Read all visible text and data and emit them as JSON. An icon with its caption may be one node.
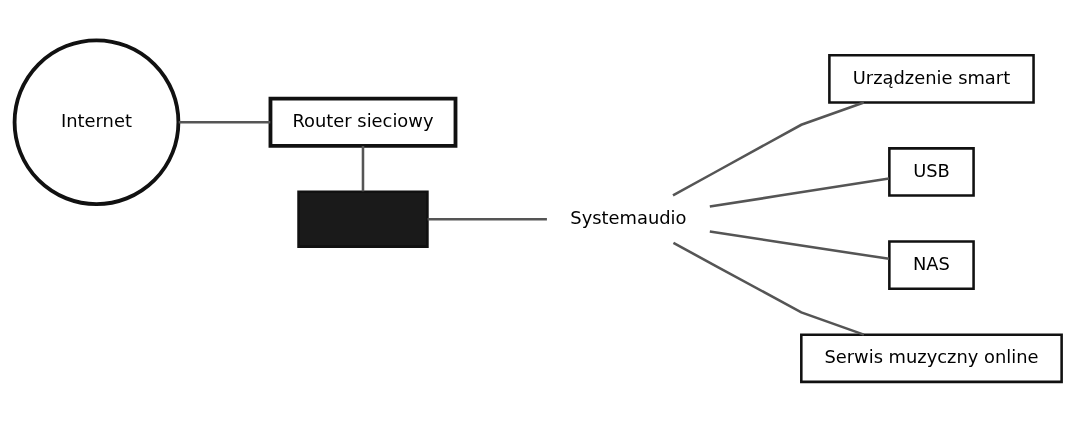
{
  "diagram": {
    "nodes": [
      {
        "text": [
          "Internet"
        ]
      },
      {
        "text": [
          "Router sieciowy"
        ]
      },
      {
        "text": [],
        "shape": "box"
      },
      {
        "text": [
          "Systemaudio"
        ]
      },
      {
        "text": [
          "Urządzenie smart"
        ]
      },
      {
        "text": [
          "USB"
        ]
      },
      {
        "text": [
          "NAS"
        ]
      },
      {
        "text": [
          "Serwis muzyczny online"
        ]
      }
    ],
    "edges": [
      {
        "from": 0,
        "to": 1,
        "arrow": "none"
      },
      {
        "from": 1,
        "to": 2,
        "arrow": "none"
      },
      {
        "from": 2,
        "to": 3,
        "arrow": "none"
      },
      {
        "from": 3,
        "to": 4,
        "arrow": "none"
      },
      {
        "from": 3,
        "to": 5,
        "arrow": "none"
      },
      {
        "from": 3,
        "to": 6,
        "arrow": "none"
      },
      {
        "from": 3,
        "to": 7,
        "arrow": "none"
      }
    ]
  }
}
